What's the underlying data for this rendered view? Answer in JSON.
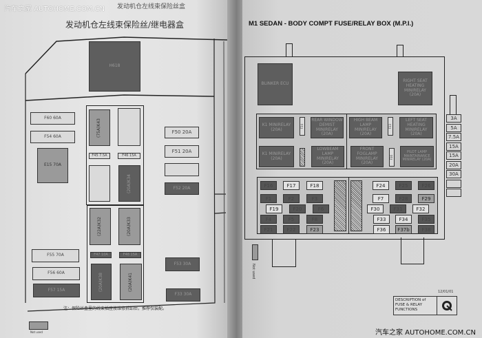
{
  "watermark_top": "汽车之家 AUTOHOME.COM.CN",
  "watermark_bottom": "汽车之家 AUTOHOME.COM.CN",
  "left_page": {
    "clipped_header": "发动机仓左线束保险丝盒",
    "title": "发动机仓左线束保险丝/继电器盒",
    "top_relay": "H618",
    "fuses_left": [
      {
        "label": "F60 60A",
        "shade": "light"
      },
      {
        "label": "F54 60A",
        "shade": "light"
      },
      {
        "label": "E15 70A",
        "shade": "medium"
      },
      {
        "label": "F55 70A",
        "shade": "light"
      },
      {
        "label": "F56 60A",
        "shade": "light"
      },
      {
        "label": "F57 15A",
        "shade": "dark"
      }
    ],
    "center": {
      "k43": "(75A)K43",
      "f45": "F45 7.5A",
      "f46": "F46 15A",
      "k_dark": "(20A)K34",
      "k32": "(22A)K32",
      "k33": "(20A)K33",
      "f47": "F47 10A",
      "f48": "F48 15A",
      "k38": "(20A)K38",
      "k41": "(20A)K41"
    },
    "fuses_right": [
      {
        "label": "F50 20A",
        "shade": "light"
      },
      {
        "label": "F51 20A",
        "shade": "light"
      },
      {
        "label": "",
        "shade": "light"
      },
      {
        "label": "F52 20A",
        "shade": "dark"
      },
      {
        "label": "F53 30A",
        "shade": "dark"
      },
      {
        "label": "F33 30A",
        "shade": "dark"
      }
    ],
    "note": "注：保险丝盒里的线束插座按维修拆卸后，推荐仅装配。",
    "legend": "Not used"
  },
  "right_page": {
    "title": "M1 SEDAN - BODY COMPT FUSE/RELAY BOX (M.P.I.)",
    "blinker": "BLINKER ECU",
    "right_seat": "RIGHT SEAT HEATING MINIRELAY (20A)",
    "relays_row1": [
      "K1 MINIRELAY (20A)",
      "F34",
      "REAR WINDOW DEMIST MINIRELAY (20A)",
      "HIGH BEAM LAMP MINIRELAY (20A)",
      "F33",
      "LEFT SEAT HEATING MINIRELAY (20A)"
    ],
    "relays_row2": [
      "K1 MINIRELAY (20A)",
      "LOWBEAM LAMP MINIRELAY (20A)",
      "FRONT FOGLAMP MINIRELAY (20A)",
      "F36",
      "PILOT LAMP MAINTAINANCE MINIRELAY (20A)"
    ],
    "strip": [
      {
        "label": "3A",
        "shade": "light"
      },
      {
        "label": "5A",
        "shade": "light"
      },
      {
        "label": "7.5A",
        "shade": "light"
      },
      {
        "label": "15A",
        "shade": "dark"
      },
      {
        "label": "15A",
        "shade": "light"
      },
      {
        "label": "20A",
        "shade": "light"
      },
      {
        "label": "30A",
        "shade": "dark"
      },
      {
        "label": "",
        "shade": "light"
      },
      {
        "label": "",
        "shade": "light"
      }
    ],
    "fuses_left": [
      [
        {
          "label": "F16",
          "shade": "dark"
        },
        {
          "label": "F17",
          "shade": "light"
        },
        {
          "label": "F18",
          "shade": "light"
        }
      ],
      [
        {
          "label": "F1",
          "shade": "dark"
        },
        {
          "label": "F2",
          "shade": "dark"
        },
        {
          "label": "F3",
          "shade": "dark"
        }
      ],
      [
        {
          "label": "F19",
          "shade": "light"
        },
        {
          "label": "F20",
          "shade": "dark"
        },
        {
          "label": "F6",
          "shade": "dark"
        }
      ],
      [
        {
          "label": "F4",
          "shade": "dark"
        },
        {
          "label": "F5",
          "shade": "dark"
        },
        {
          "label": "F8",
          "shade": "dark"
        }
      ],
      [
        {
          "label": "F21",
          "shade": "dark"
        },
        {
          "label": "F22",
          "shade": "dark"
        },
        {
          "label": "F23",
          "shade": "medium"
        }
      ]
    ],
    "fuses_right": [
      [
        {
          "label": "F24",
          "shade": "light"
        },
        {
          "label": "F25",
          "shade": "dark"
        },
        {
          "label": "F26",
          "shade": "dark"
        }
      ],
      [
        {
          "label": "F7",
          "shade": "light"
        },
        {
          "label": "F28",
          "shade": "dark"
        },
        {
          "label": "F29",
          "shade": "medium"
        }
      ],
      [
        {
          "label": "F30",
          "shade": "light"
        },
        {
          "label": "F31",
          "shade": "dark"
        },
        {
          "label": "F32",
          "shade": "light"
        }
      ],
      [
        {
          "label": "F33",
          "shade": "light"
        },
        {
          "label": "F34",
          "shade": "light"
        },
        {
          "label": "F35",
          "shade": "dark"
        }
      ],
      [
        {
          "label": "F36",
          "shade": "light"
        },
        {
          "label": "F37b",
          "shade": "medium"
        },
        {
          "label": "F38",
          "shade": "dark"
        }
      ]
    ],
    "legend": "Not used",
    "date": "12/01/01",
    "description": "DESCRIPTION of FUSE & RELAY FUNCTIONS"
  }
}
